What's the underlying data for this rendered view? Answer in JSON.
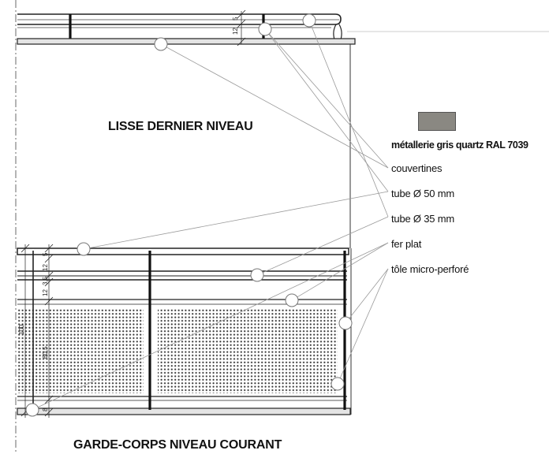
{
  "titles": {
    "top": "LISSE DERNIER NIVEAU",
    "bottom": "GARDE-CORPS NIVEAU COURANT"
  },
  "legend": {
    "swatch_label": "métallerie gris quartz RAL 7039",
    "swatch_color": "#8a8882",
    "items": [
      "couvertines",
      "tube Ø 50 mm",
      "tube Ø 35 mm",
      "fer plat",
      "tôle micro-perforé"
    ]
  },
  "dimensions": {
    "top_rail": [
      "5",
      "12"
    ],
    "guardrail_top": [
      "5",
      "12",
      "3,5",
      "12"
    ],
    "guardrail_height": "100",
    "panel_height": "60,5",
    "base": "8"
  },
  "colors": {
    "line": "#222222",
    "leader": "#9a9a9a",
    "perforation": "#333333"
  }
}
